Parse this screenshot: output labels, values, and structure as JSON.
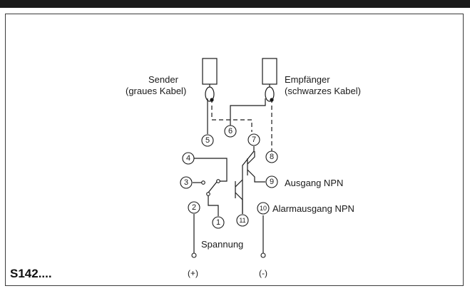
{
  "labels": {
    "sender_line1": "Sender",
    "sender_line2": "(graues Kabel)",
    "receiver_line1": "Empfänger",
    "receiver_line2": "(schwarzes Kabel)",
    "output_npn": "Ausgang NPN",
    "alarm_npn": "Alarmausgang NPN",
    "voltage": "Spannung",
    "plus": "(+)",
    "minus": "(-)",
    "model": "S142...."
  },
  "terminals": [
    "1",
    "2",
    "3",
    "4",
    "5",
    "6",
    "7",
    "8",
    "9",
    "10",
    "11"
  ],
  "colors": {
    "line": "#1a1a1a",
    "bar": "#1a1a1a"
  }
}
